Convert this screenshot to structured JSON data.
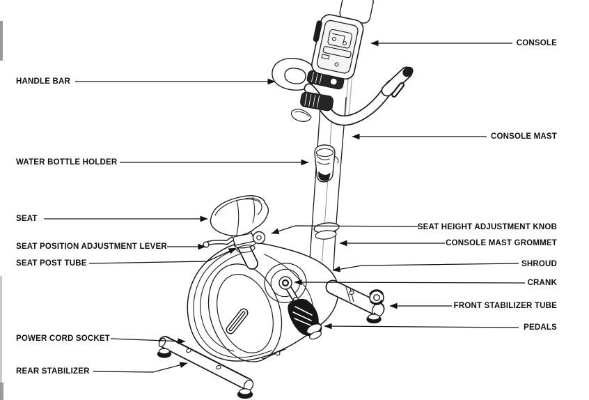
{
  "labels": {
    "console": "CONSOLE",
    "handle_bar": "HANDLE BAR",
    "console_mast": "CONSOLE MAST",
    "water_bottle_holder": "WATER BOTTLE HOLDER",
    "seat": "SEAT",
    "seat_height_adjustment_knob": "SEAT HEIGHT ADJUSTMENT KNOB",
    "seat_position_adjustment_lever": "SEAT POSITION ADJUSTMENT LEVER",
    "console_mast_grommet": "CONSOLE MAST GROMMET",
    "seat_post_tube": "SEAT POST TUBE",
    "shroud": "SHROUD",
    "crank": "CRANK",
    "front_stabilizer_tube": "FRONT STABILIZER TUBE",
    "pedals": "PEDALS",
    "power_cord_socket": "POWER CORD SOCKET",
    "rear_stabilizer": "REAR STABILIZER"
  },
  "colors": {
    "background": "#ffffff",
    "line_art": "#1c1c1c",
    "label_text": "#0e0e0e",
    "leader_line": "#111111"
  }
}
